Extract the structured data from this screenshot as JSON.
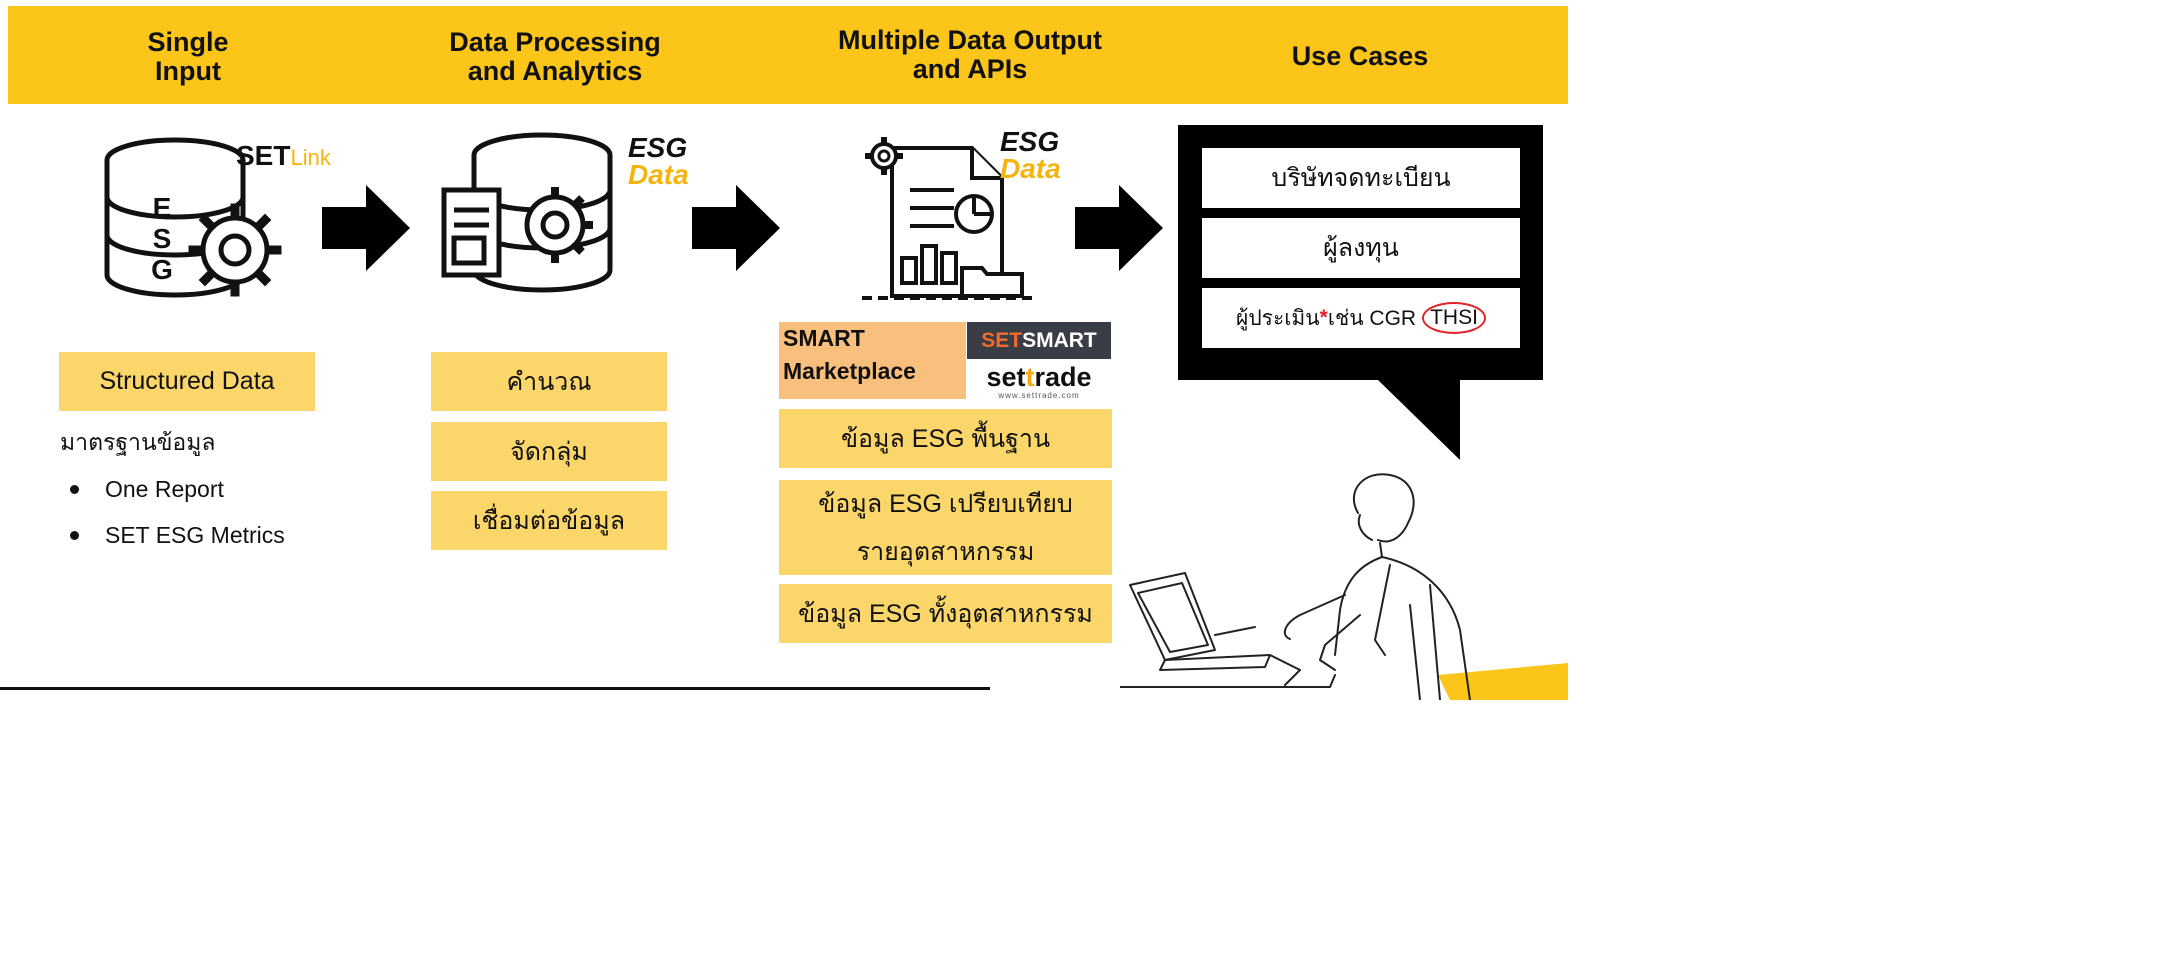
{
  "columns": {
    "col1": {
      "title": "Single\nInput"
    },
    "col2": {
      "title": "Data Processing\nand Analytics"
    },
    "col3": {
      "title": "Multiple Data Output\nand APIs"
    },
    "col4": {
      "title": "Use Cases"
    }
  },
  "input": {
    "setlink_set": "SET",
    "setlink_link": "Link",
    "db_letters": [
      "E",
      "S",
      "G"
    ],
    "structured": "Structured Data",
    "standard_label": "มาตรฐานข้อมูล",
    "bullets": [
      "One Report",
      "SET ESG Metrics"
    ]
  },
  "processing": {
    "esg_line1": "ESG",
    "esg_line2": "Data",
    "steps": [
      "คำนวณ",
      "จัดกลุ่ม",
      "เชื่อมต่อข้อมูล"
    ]
  },
  "output": {
    "esg_line1": "ESG",
    "esg_line2": "Data",
    "smart_line1": "SMART",
    "smart_line2": "Marketplace",
    "setsmart_a": "SET",
    "setsmart_b": "SMART",
    "settrade_a": "set",
    "settrade_b": "t",
    "settrade_c": "rade",
    "settrade_url": "www.settrade.com",
    "items": [
      "ข้อมูล ESG พื้นฐาน",
      "ข้อมูล ESG เปรียบเทียบ",
      "รายอุตสาหกรรม",
      "ข้อมูล ESG ทั้งอุตสาหกรรม"
    ]
  },
  "usecases": {
    "items": [
      "บริษัทจดทะเบียน",
      "ผู้ลงทุน"
    ],
    "evaluator": "ผู้ประเมิน",
    "star": "*",
    "evaluator_rest": " เช่น CGR",
    "thsi": "THSI"
  },
  "colors": {
    "header": "#fbc51a",
    "box": "#fbd66b",
    "accent": "#f5b40c",
    "callout": "#000000",
    "circle": "#e0242a"
  }
}
